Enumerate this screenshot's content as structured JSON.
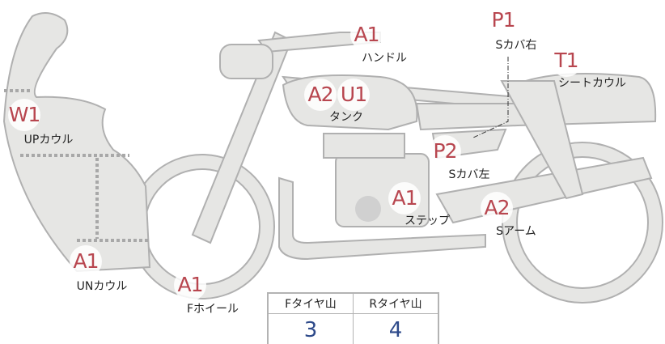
{
  "parts": [
    {
      "grade": "A1",
      "name": "ハンドル"
    },
    {
      "grade": "P1",
      "name": "Sカバ右"
    },
    {
      "grade": "T1",
      "name": "シートカウル"
    },
    {
      "grade": "A2",
      "name": ""
    },
    {
      "grade": "U1",
      "name": "タンク"
    },
    {
      "grade": "W1",
      "name": "UPカウル"
    },
    {
      "grade": "P2",
      "name": "Sカバ左"
    },
    {
      "grade": "A1",
      "name": "ステップ"
    },
    {
      "grade": "A2",
      "name": "Sアーム"
    },
    {
      "grade": "A1",
      "name": "UNカウル"
    },
    {
      "grade": "A1",
      "name": "Fホイール"
    }
  ],
  "tires": {
    "front_label": "Fタイヤ山",
    "front_value": "3",
    "rear_label": "Rタイヤ山",
    "rear_value": "4"
  },
  "colors": {
    "grade": "#b8464f",
    "value": "#2e4a8a",
    "part_fill": "#e6e6e4",
    "part_stroke": "#b0b0b0"
  }
}
